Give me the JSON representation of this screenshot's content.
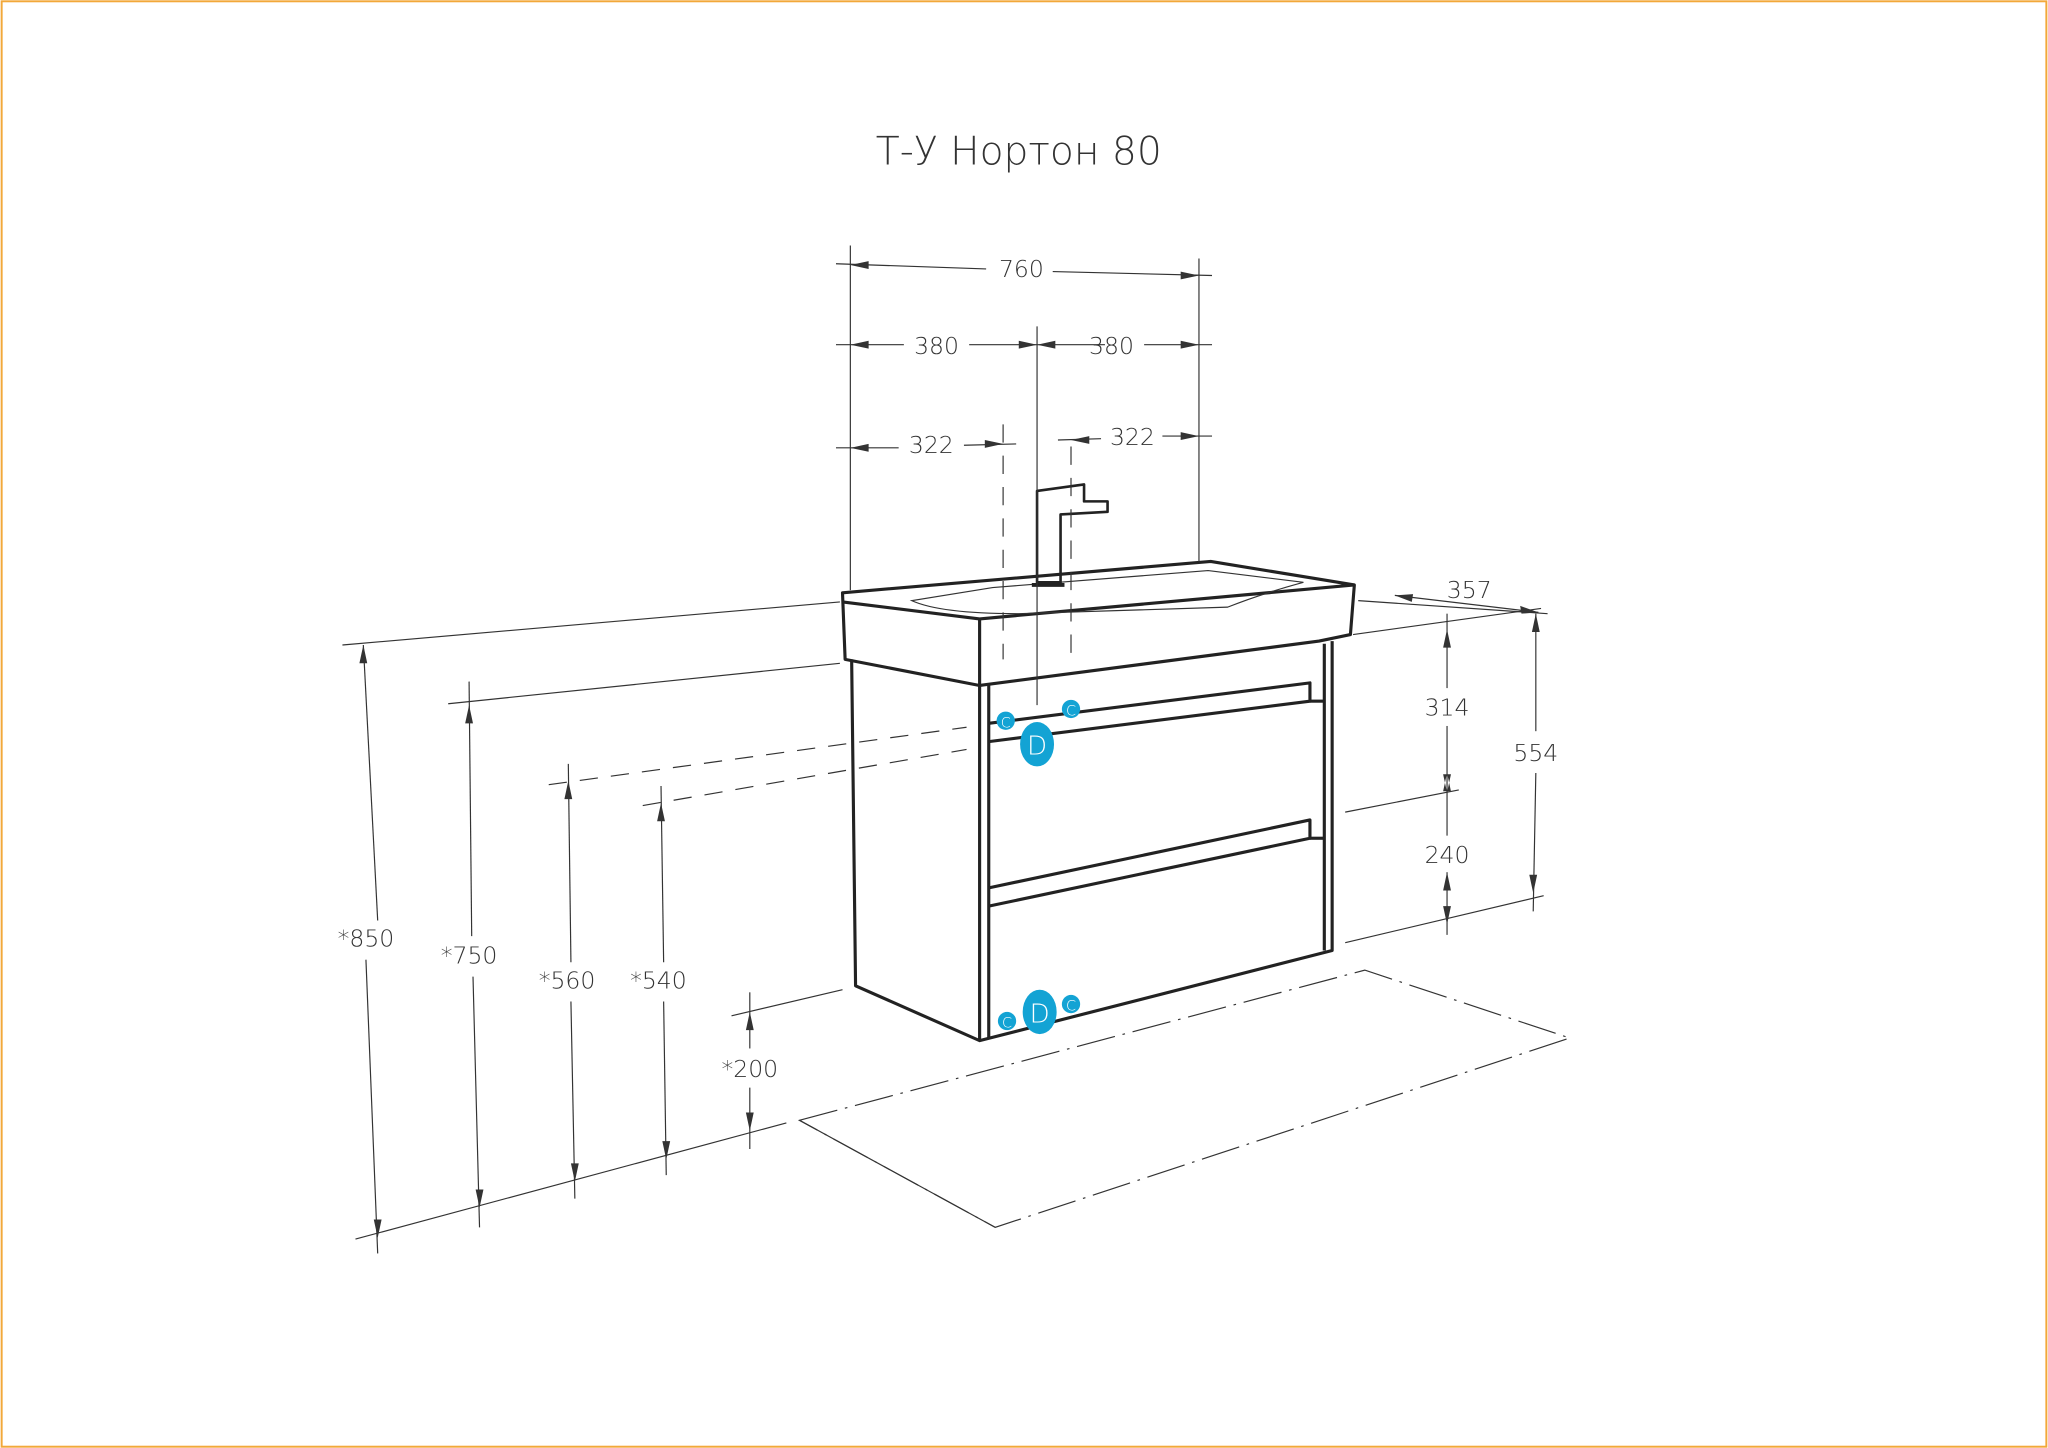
{
  "title": "Т-У Нортон 80",
  "dimensions": {
    "total_width": "760",
    "half_left": "380",
    "half_right": "380",
    "offset_left": "322",
    "offset_right": "322",
    "depth": "357",
    "upper_drawer": "314",
    "cabinet_height": "554",
    "lower_drawer": "240",
    "height_total": "*850",
    "height_top_cabinet": "*750",
    "height_outlet_1": "*560",
    "height_outlet_2": "*540",
    "height_bottom": "*200"
  },
  "markers": {
    "cold_hot": "C",
    "drain": "D"
  },
  "colors": {
    "marker": "#13a3d4",
    "frame": "#f2a83a"
  }
}
